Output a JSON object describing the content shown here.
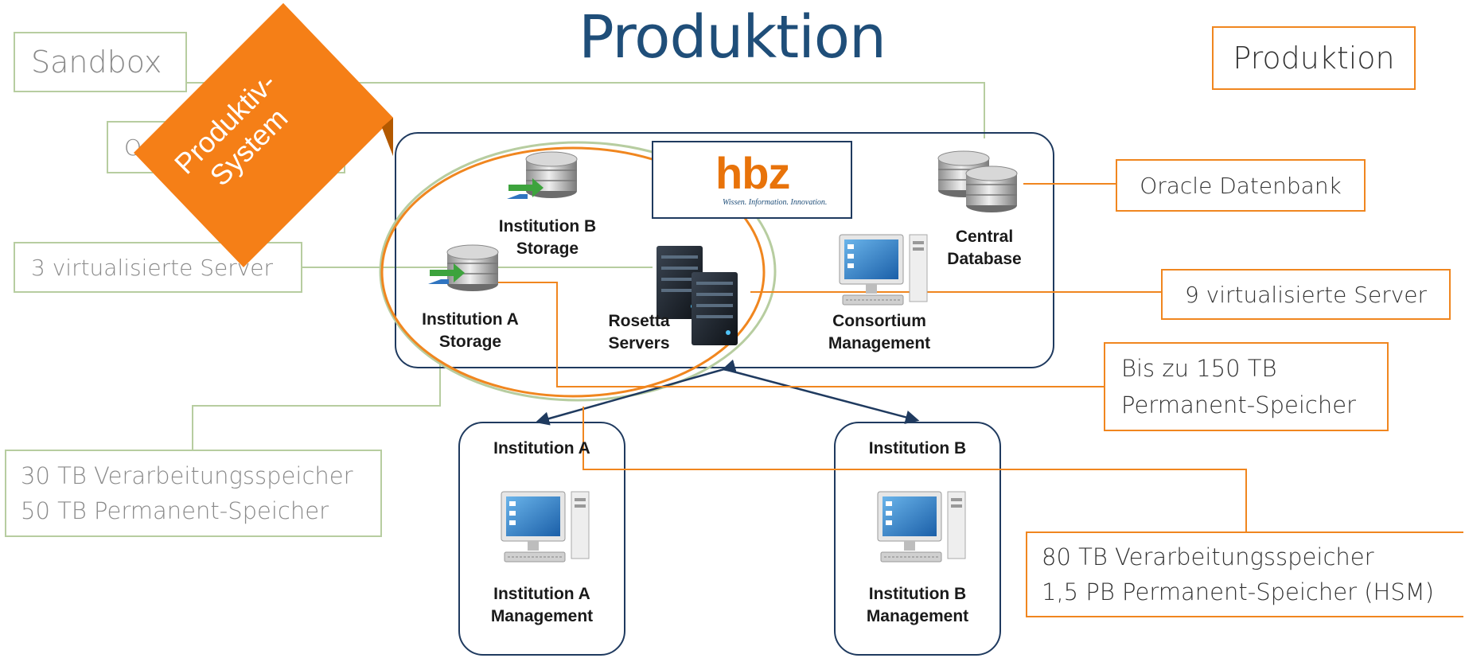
{
  "title": "Produktion",
  "boxes": {
    "sandbox": "Sandbox",
    "oracle_sandbox": "Oracle Datenbank",
    "servers_sandbox": "3 virtualisierte Server",
    "storage_sandbox_line1": "30 TB Verarbeitungsspeicher",
    "storage_sandbox_line2": "50 TB Permanent-Speicher",
    "produktion": "Produktion",
    "oracle_prod": "Oracle Datenbank",
    "servers_prod": "9 virtualisierte Server",
    "perm_prod_line1": "Bis zu 150 TB",
    "perm_prod_line2": "Permanent-Speicher",
    "storage_prod_line1": "80 TB Verarbeitungsspeicher",
    "storage_prod_line2": "1,5 PB Permanent-Speicher (HSM)"
  },
  "ribbon": {
    "line1": "Produktiv-",
    "line2": "System"
  },
  "nodes": {
    "inst_b_storage": [
      "Institution B",
      "Storage"
    ],
    "inst_a_storage": [
      "Institution A",
      "Storage"
    ],
    "rosetta": [
      "Rosetta",
      "Servers"
    ],
    "central_db": [
      "Central",
      "Database"
    ],
    "consortium": [
      "Consortium",
      "Management"
    ],
    "inst_a": "Institution A",
    "inst_b": "Institution B",
    "inst_a_mgmt": [
      "Institution A",
      "Management"
    ],
    "inst_b_mgmt": [
      "Institution B",
      "Management"
    ]
  },
  "logo": {
    "word": "hbz",
    "tagline": "Wissen. Information. Innovation."
  },
  "colors": {
    "title": "#1f4e79",
    "orange": "#f0861f",
    "green_border": "#b7cda0",
    "navy": "#1f3a5f"
  },
  "icons": [
    "database-icon",
    "server-rack-icon",
    "desktop-computer-icon",
    "hbz-logo-icon"
  ]
}
